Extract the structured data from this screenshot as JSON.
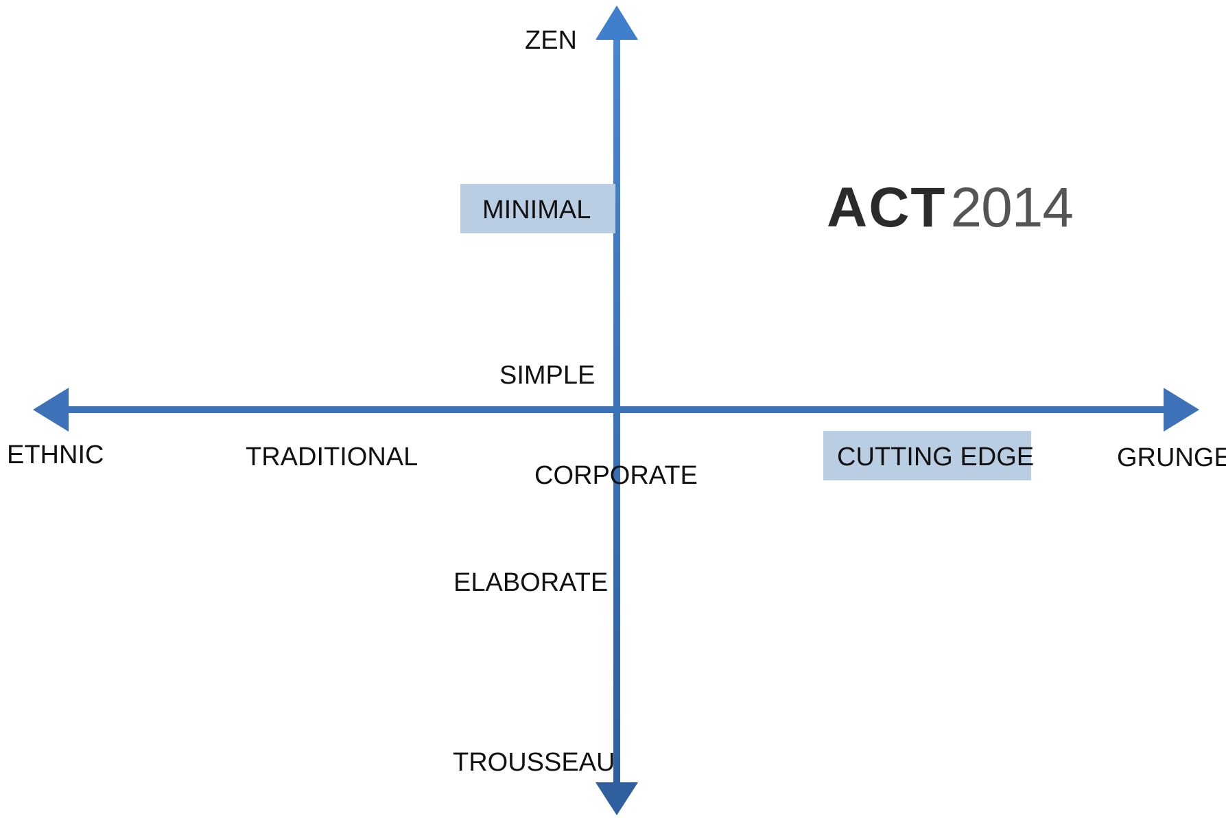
{
  "colors": {
    "axis": "#3d72b8",
    "axis_head": "#3f7fcc",
    "highlight": "#b9cde3",
    "text": "#111111"
  },
  "axes": {
    "top": "ZEN",
    "bottom": "TROUSSEAU",
    "left": "ETHNIC",
    "right": "GRUNGE"
  },
  "labels": {
    "minimal": "MINIMAL",
    "simple": "SIMPLE",
    "traditional": "TRADITIONAL",
    "corporate": "CORPORATE",
    "cutting_edge": "CUTTING EDGE",
    "elaborate": "ELABORATE"
  },
  "logo": {
    "brand": "ACT",
    "year": "2014"
  }
}
